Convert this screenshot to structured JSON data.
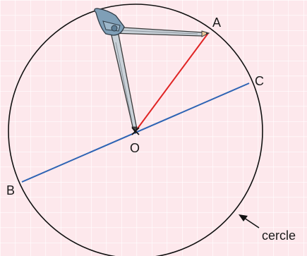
{
  "labels": {
    "center": "O",
    "point_a": "A",
    "point_b": "B",
    "point_c": "C",
    "circle_caption": "cercle"
  },
  "colors": {
    "background": "#fde8ec",
    "grid_line": "#ffffff",
    "circle_stroke": "#111111",
    "radius_segment": "#e02424",
    "diameter_segment": "#2e64b4",
    "compass_metal": "#c9d1d8",
    "compass_blue": "#7f9fb7",
    "compass_outline": "#3a3a3a"
  },
  "icons": {
    "drawing_tool": "compass-icon",
    "pointer": "arrow-icon"
  }
}
